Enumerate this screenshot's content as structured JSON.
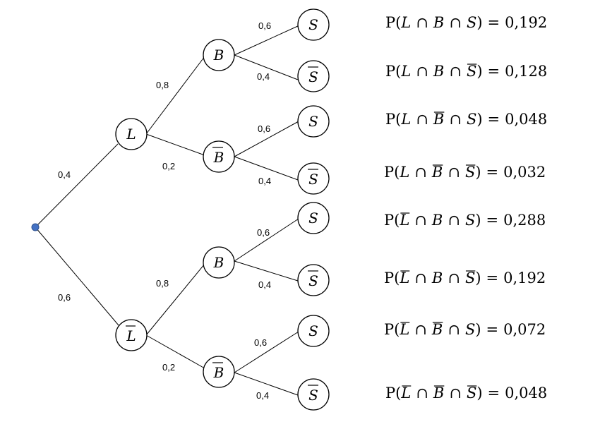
{
  "root_color": "#4472c4",
  "edge_labels": {
    "root_L": "0,4",
    "root_Lbar": "0,6",
    "L_B": "0,8",
    "L_Bbar": "0,2",
    "Lbar_B": "0,8",
    "Lbar_Bbar": "0,2",
    "S_1": "0,6",
    "Sbar_1": "0,4",
    "S_2": "0,6",
    "Sbar_2": "0,4",
    "S_3": "0,6",
    "Sbar_3": "0,4",
    "S_4": "0,6",
    "Sbar_4": "0,4"
  },
  "nodes": {
    "L": "L",
    "Lbar": "L",
    "B1": "B",
    "Bbar1": "B",
    "B2": "B",
    "Bbar2": "B",
    "S1": "S",
    "Sbar1": "S",
    "S2": "S",
    "Sbar2": "S",
    "S3": "S",
    "Sbar3": "S",
    "S4": "S",
    "Sbar4": "S"
  },
  "outcomes": [
    {
      "p": "P(",
      "a": "L",
      "b": "B",
      "s": "S",
      "value": "0,192"
    },
    {
      "p": "P(",
      "a": "L",
      "b": "B",
      "s": "S",
      "value": "0,128"
    },
    {
      "p": "P(",
      "a": "L",
      "b": "B",
      "s": "S",
      "value": "0,048"
    },
    {
      "p": "P(",
      "a": "L",
      "b": "B",
      "s": "S",
      "value": "0,032"
    },
    {
      "p": "P(",
      "a": "L",
      "b": "B",
      "s": "S",
      "value": "0,288"
    },
    {
      "p": "P(",
      "a": "L",
      "b": "B",
      "s": "S",
      "value": "0,192"
    },
    {
      "p": "P(",
      "a": "L",
      "b": "B",
      "s": "S",
      "value": "0,072"
    },
    {
      "p": "P(",
      "a": "L",
      "b": "B",
      "s": "S",
      "value": "0,048"
    }
  ],
  "symbols": {
    "cap": "∩",
    "eq": "=",
    "close": ")"
  }
}
